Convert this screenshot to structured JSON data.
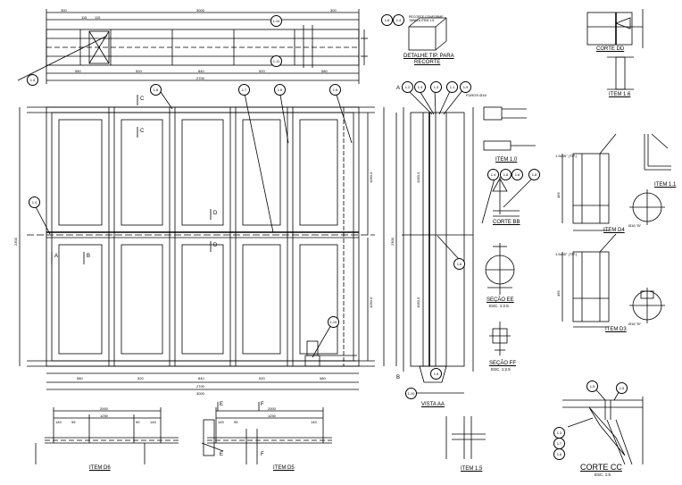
{
  "views": {
    "corte_dd": "CORTE DD",
    "item_1_6": "ITEM 1.6",
    "detalhe_line1": "DETALHE TIP. PARA",
    "detalhe_line2": "RECORTE",
    "detalhe_note": "RECORTE CONFORME TABELA ITEM 1.5",
    "item_1_0": "ITEM 1.0",
    "corte_bb": "CORTE BB",
    "secao_ee": "SEÇÃO EE",
    "secao_ee_scale": "ESC. 1:2.5",
    "secao_ff": "SEÇÃO FF",
    "secao_ff_scale": "ESC. 1:2.5",
    "item_1_1": "ITEM 1.1",
    "item_d4": "ITEM D4",
    "item_d3": "ITEM D3",
    "vista_aa": "VISTA AA",
    "item_d6": "ITEM D6",
    "item_d5": "ITEM D5",
    "item_1_5": "ITEM 1.5",
    "corte_cc": "CORTE CC",
    "corte_cc_scale": "ESC. 1:5"
  },
  "balloons": {
    "b1": "1.4",
    "b2": "1.10",
    "b3": "1.11",
    "b4": "1.8",
    "b5": "1.8",
    "b6": "1.7",
    "b7": "1.6",
    "b8": "1.6",
    "b9": "1.2",
    "b10": "1.3",
    "b11": "1.3",
    "b12": "1.1",
    "b13": "1.9",
    "b14": "1.6",
    "b15": "1.10",
    "b16": "1.4",
    "b17": "1.4",
    "b18": "1.8",
    "b19": "1.6",
    "b20": "1.8",
    "b21": "1.10",
    "b22": "1.5",
    "b23": "1.5",
    "b24": "1.5",
    "b25": "1.7",
    "b26": "1.3",
    "b27": "1.6",
    "b28": "1.4"
  },
  "dims": {
    "top_total": "3000",
    "top_seg1": "300",
    "top_seg2": "300",
    "top_a": "115",
    "top_b": "115",
    "bot_seg1": "580",
    "bot_seg2": "520",
    "bot_seg3": "840",
    "bot_seg4": "520",
    "bot_seg5": "580",
    "top_overall": "2700",
    "main_seg1": "580",
    "main_seg2": "520",
    "main_seg3": "840",
    "main_seg4": "520",
    "main_seg5": "580",
    "main_overall": "2700",
    "main_total": "3000",
    "main_height": "2300",
    "main_half1": "1050.0",
    "main_half2": "1050.0",
    "vista_height": "2300",
    "vista_half1": "1050.0",
    "vista_half2": "1050.0",
    "d6_total": "2000",
    "d6_mid": "1250",
    "d6_a": "145",
    "d6_b": "95",
    "d6_c": "90",
    "d6_d": "145",
    "d5_total": "2000",
    "d5_mid": "1250",
    "d5_a": "145",
    "d5_b": "95",
    "d5_c": "145",
    "d4_dim": "465",
    "d3_dim": "465",
    "pitch_note": "FUROS Ø18",
    "weld1": "1.5x45° (TIP.)",
    "weld2": "1.5x45° (TIP.)",
    "stud1": "Ø16 \"B\"",
    "stud2": "Ø16 \"B\""
  },
  "section_marks": {
    "c1": "C",
    "c2": "C",
    "d1": "D",
    "d2": "D",
    "b1": "B",
    "b2": "B",
    "a1": "A",
    "a2": "A",
    "e1": "E",
    "e2": "E",
    "f1": "F",
    "f2": "F"
  }
}
